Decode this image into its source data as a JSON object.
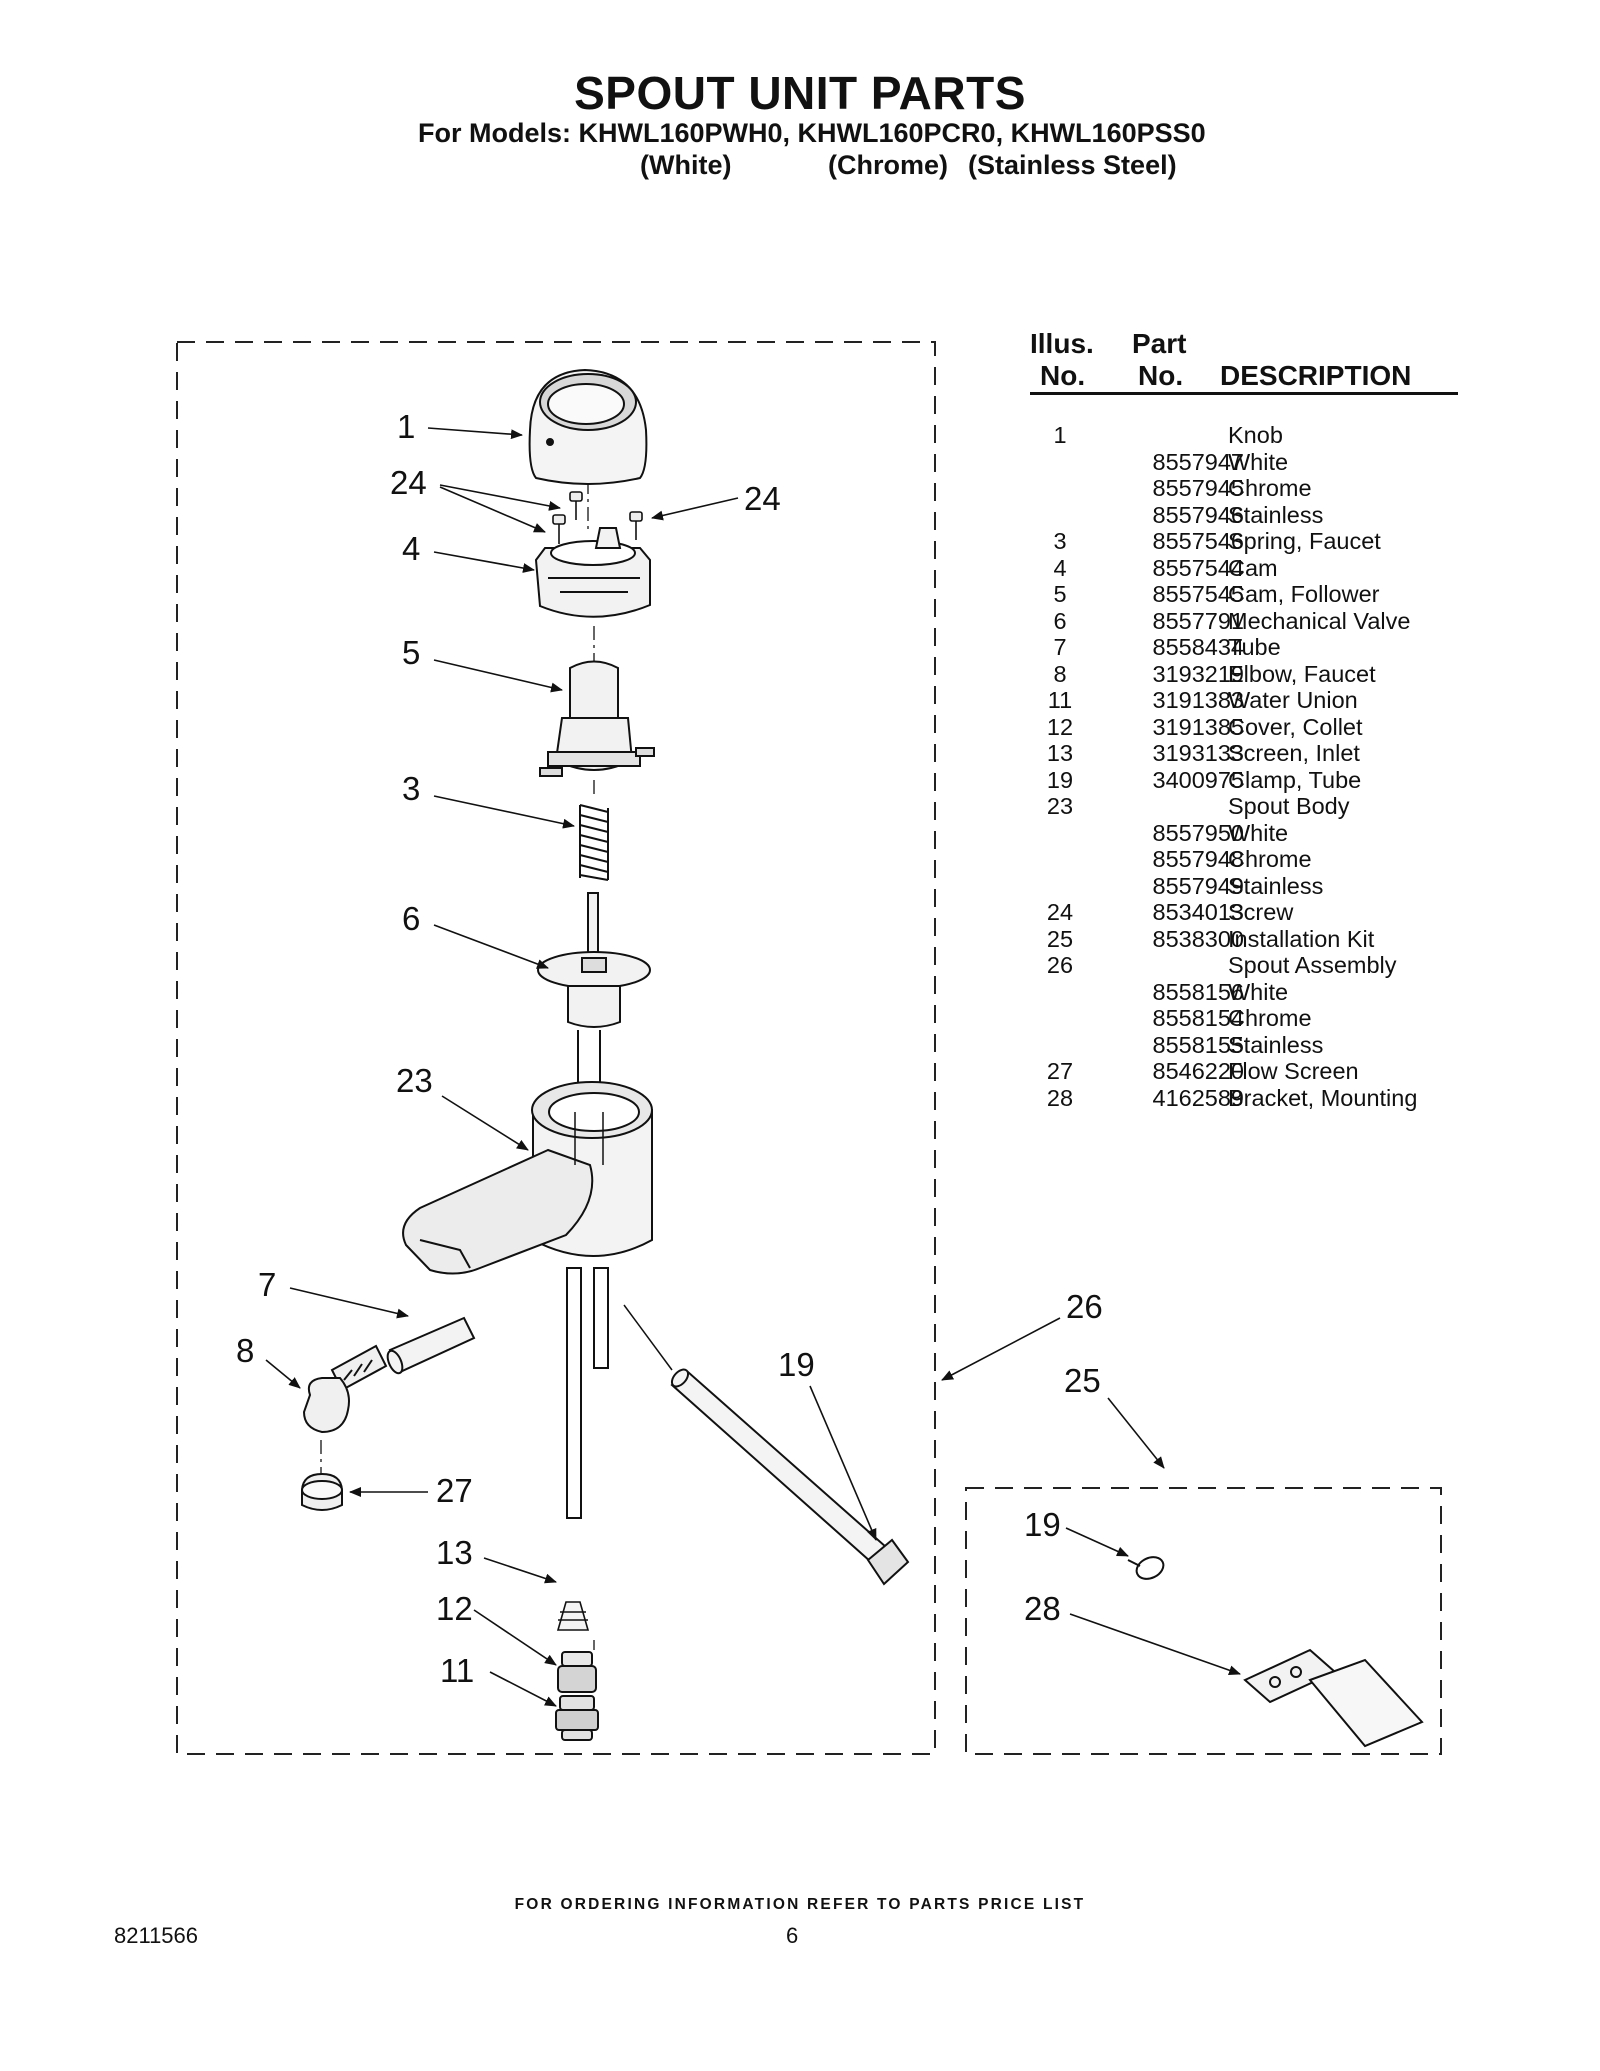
{
  "header": {
    "title": "SPOUT UNIT PARTS",
    "models_line": "For Models: KHWL160PWH0, KHWL160PCR0, KHWL160PSS0",
    "color_white": "(White)",
    "color_chrome": "(Chrome)",
    "color_stainless": "(Stainless Steel)"
  },
  "diagram": {
    "callouts": [
      "1",
      "24",
      "24",
      "4",
      "5",
      "3",
      "6",
      "23",
      "7",
      "8",
      "27",
      "13",
      "12",
      "11",
      "19",
      "26",
      "25",
      "19",
      "28"
    ]
  },
  "table": {
    "headers": {
      "illus_line1": "Illus.",
      "illus_line2": "No.",
      "part_line1": "Part",
      "part_line2": "No.",
      "description": "DESCRIPTION"
    },
    "rows": [
      {
        "illus": "1",
        "part": "",
        "desc": "Knob"
      },
      {
        "illus": "",
        "part": "8557947",
        "desc": "White"
      },
      {
        "illus": "",
        "part": "8557945",
        "desc": "Chrome"
      },
      {
        "illus": "",
        "part": "8557946",
        "desc": "Stainless"
      },
      {
        "illus": "3",
        "part": "8557546",
        "desc": "Spring, Faucet"
      },
      {
        "illus": "4",
        "part": "8557544",
        "desc": "Cam"
      },
      {
        "illus": "5",
        "part": "8557545",
        "desc": "Cam, Follower"
      },
      {
        "illus": "6",
        "part": "8557791",
        "desc": "Mechanical Valve"
      },
      {
        "illus": "7",
        "part": "8558434",
        "desc": "Tube"
      },
      {
        "illus": "8",
        "part": "3193219",
        "desc": "Elbow, Faucet"
      },
      {
        "illus": "11",
        "part": "3191383",
        "desc": "Water Union"
      },
      {
        "illus": "12",
        "part": "3191385",
        "desc": "Cover, Collet"
      },
      {
        "illus": "13",
        "part": "3193133",
        "desc": "Screen, Inlet"
      },
      {
        "illus": "19",
        "part": "3400975",
        "desc": "Clamp, Tube"
      },
      {
        "illus": "23",
        "part": "",
        "desc": "Spout Body"
      },
      {
        "illus": "",
        "part": "8557950",
        "desc": "White"
      },
      {
        "illus": "",
        "part": "8557948",
        "desc": "Chrome"
      },
      {
        "illus": "",
        "part": "8557949",
        "desc": "Stainless"
      },
      {
        "illus": "24",
        "part": "8534013",
        "desc": "Screw"
      },
      {
        "illus": "25",
        "part": "8538300",
        "desc": "Installation Kit"
      },
      {
        "illus": "26",
        "part": "",
        "desc": "Spout Assembly"
      },
      {
        "illus": "",
        "part": "8558156",
        "desc": "White"
      },
      {
        "illus": "",
        "part": "8558154",
        "desc": "Chrome"
      },
      {
        "illus": "",
        "part": "8558155",
        "desc": "Stainless"
      },
      {
        "illus": "27",
        "part": "8546220",
        "desc": "Flow Screen"
      },
      {
        "illus": "28",
        "part": "4162589",
        "desc": "Bracket, Mounting"
      }
    ]
  },
  "footer": {
    "note": "FOR ORDERING INFORMATION REFER TO PARTS PRICE LIST",
    "doc_number": "8211566",
    "page_number": "6"
  }
}
